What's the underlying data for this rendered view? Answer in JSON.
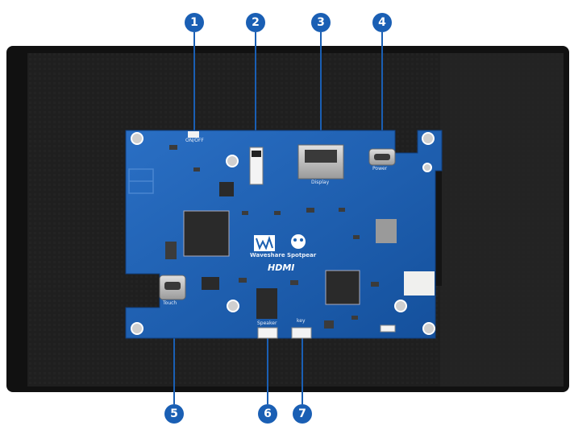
{
  "colors": {
    "callout": "#1a5fb4",
    "pcb": "#1b5fb0",
    "screen": "#1e1e1e",
    "bezel": "#111111"
  },
  "callouts": [
    "1",
    "2",
    "3",
    "4",
    "5",
    "6",
    "7"
  ],
  "board_labels": {
    "onoff": "ON/OFF",
    "display": "Display",
    "power": "Power",
    "touch": "Touch",
    "speaker": "Speaker",
    "key": "key",
    "brand_waveshare": "Waveshare",
    "brand_spotpear": "Spotpear",
    "hdmi": "HDMI"
  },
  "icons": [
    "display-panel",
    "driver-board",
    "usb-c-port",
    "hdmi-port",
    "ffc-connector",
    "chip",
    "mounting-hole"
  ]
}
